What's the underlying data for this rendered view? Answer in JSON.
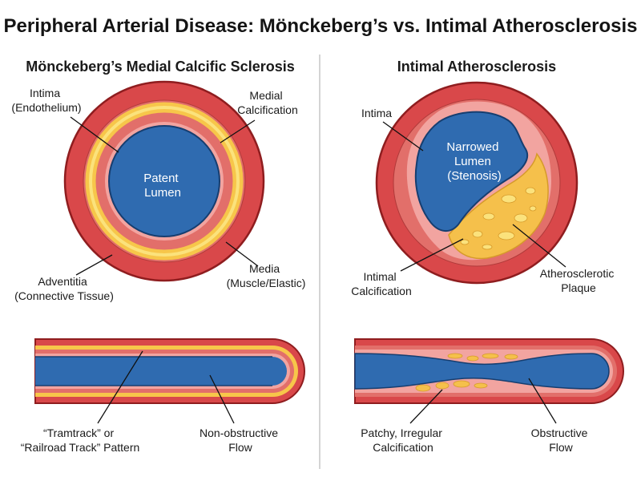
{
  "title": "Peripheral Arterial Disease: Mönckeberg’s vs. Intimal Atherosclerosis",
  "left": {
    "heading": "Mönckeberg’s Medial Calcific Sclerosis",
    "labels": {
      "intima": [
        "Intima",
        "(Endothelium)"
      ],
      "medial_calcification": [
        "Medial",
        "Calcification"
      ],
      "patent_lumen": [
        "Patent",
        "Lumen"
      ],
      "adventitia": [
        "Adventitia",
        "(Connective Tissue)"
      ],
      "media": [
        "Media",
        "(Muscle/Elastic)"
      ],
      "tramtrack": [
        "“Tramtrack” or",
        "“Railroad Track” Pattern"
      ],
      "flow": [
        "Non-obstructive",
        "Flow"
      ]
    }
  },
  "right": {
    "heading": "Intimal Atherosclerosis",
    "labels": {
      "intima": [
        "Intima"
      ],
      "narrowed_lumen": [
        "Narrowed",
        "Lumen",
        "(Stenosis)"
      ],
      "intimal_calcification": [
        "Intimal",
        "Calcification"
      ],
      "plaque": [
        "Atherosclerotic",
        "Plaque"
      ],
      "patchy": [
        "Patchy, Irregular",
        "Calcification"
      ],
      "flow": [
        "Obstructive",
        "Flow"
      ]
    }
  },
  "colors": {
    "adventitia": "#d9484a",
    "media": "#e26f6a",
    "calcification": "#f7c64a",
    "calcification_core": "#fbe27c",
    "lumen": "#2f6bb0",
    "plaque": "#f5c04b",
    "intima": "#f2a4a0",
    "outline": "#8f1d1f"
  }
}
